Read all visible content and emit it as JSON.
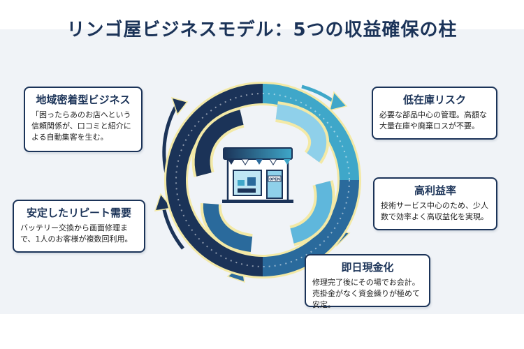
{
  "title": "リンゴ屋ビジネスモデル：5つの収益確保の柱",
  "shop": {
    "sign": "OPEN"
  },
  "colors": {
    "navy": "#1b3358",
    "teal": "#3fa7c9",
    "light_blue": "#8fd0ea",
    "gold_outline": "#f3e9a6",
    "background": "#f0f3f7"
  },
  "pillars": [
    {
      "title": "地域密着型ビジネス",
      "body": "「困ったらあのお店へという信頼関係が、口コミと紹介による自動集客を生む。"
    },
    {
      "title": "低在庫リスク",
      "body": "必要な部品中心の管理。高額な大量在庫や廃棄ロスが不要。"
    },
    {
      "title": "高利益率",
      "body": "技術サービス中心のため、少人数で効率よく高収益化を実現。"
    },
    {
      "title": "即日現金化",
      "body": "修理完了後にその場でお会計。売掛金がなく資金繰りが極めて安定。"
    },
    {
      "title": "安定したリピート需要",
      "body": "バッテリー交換から画面修理まで、1人のお客様が複数回利用。"
    }
  ]
}
